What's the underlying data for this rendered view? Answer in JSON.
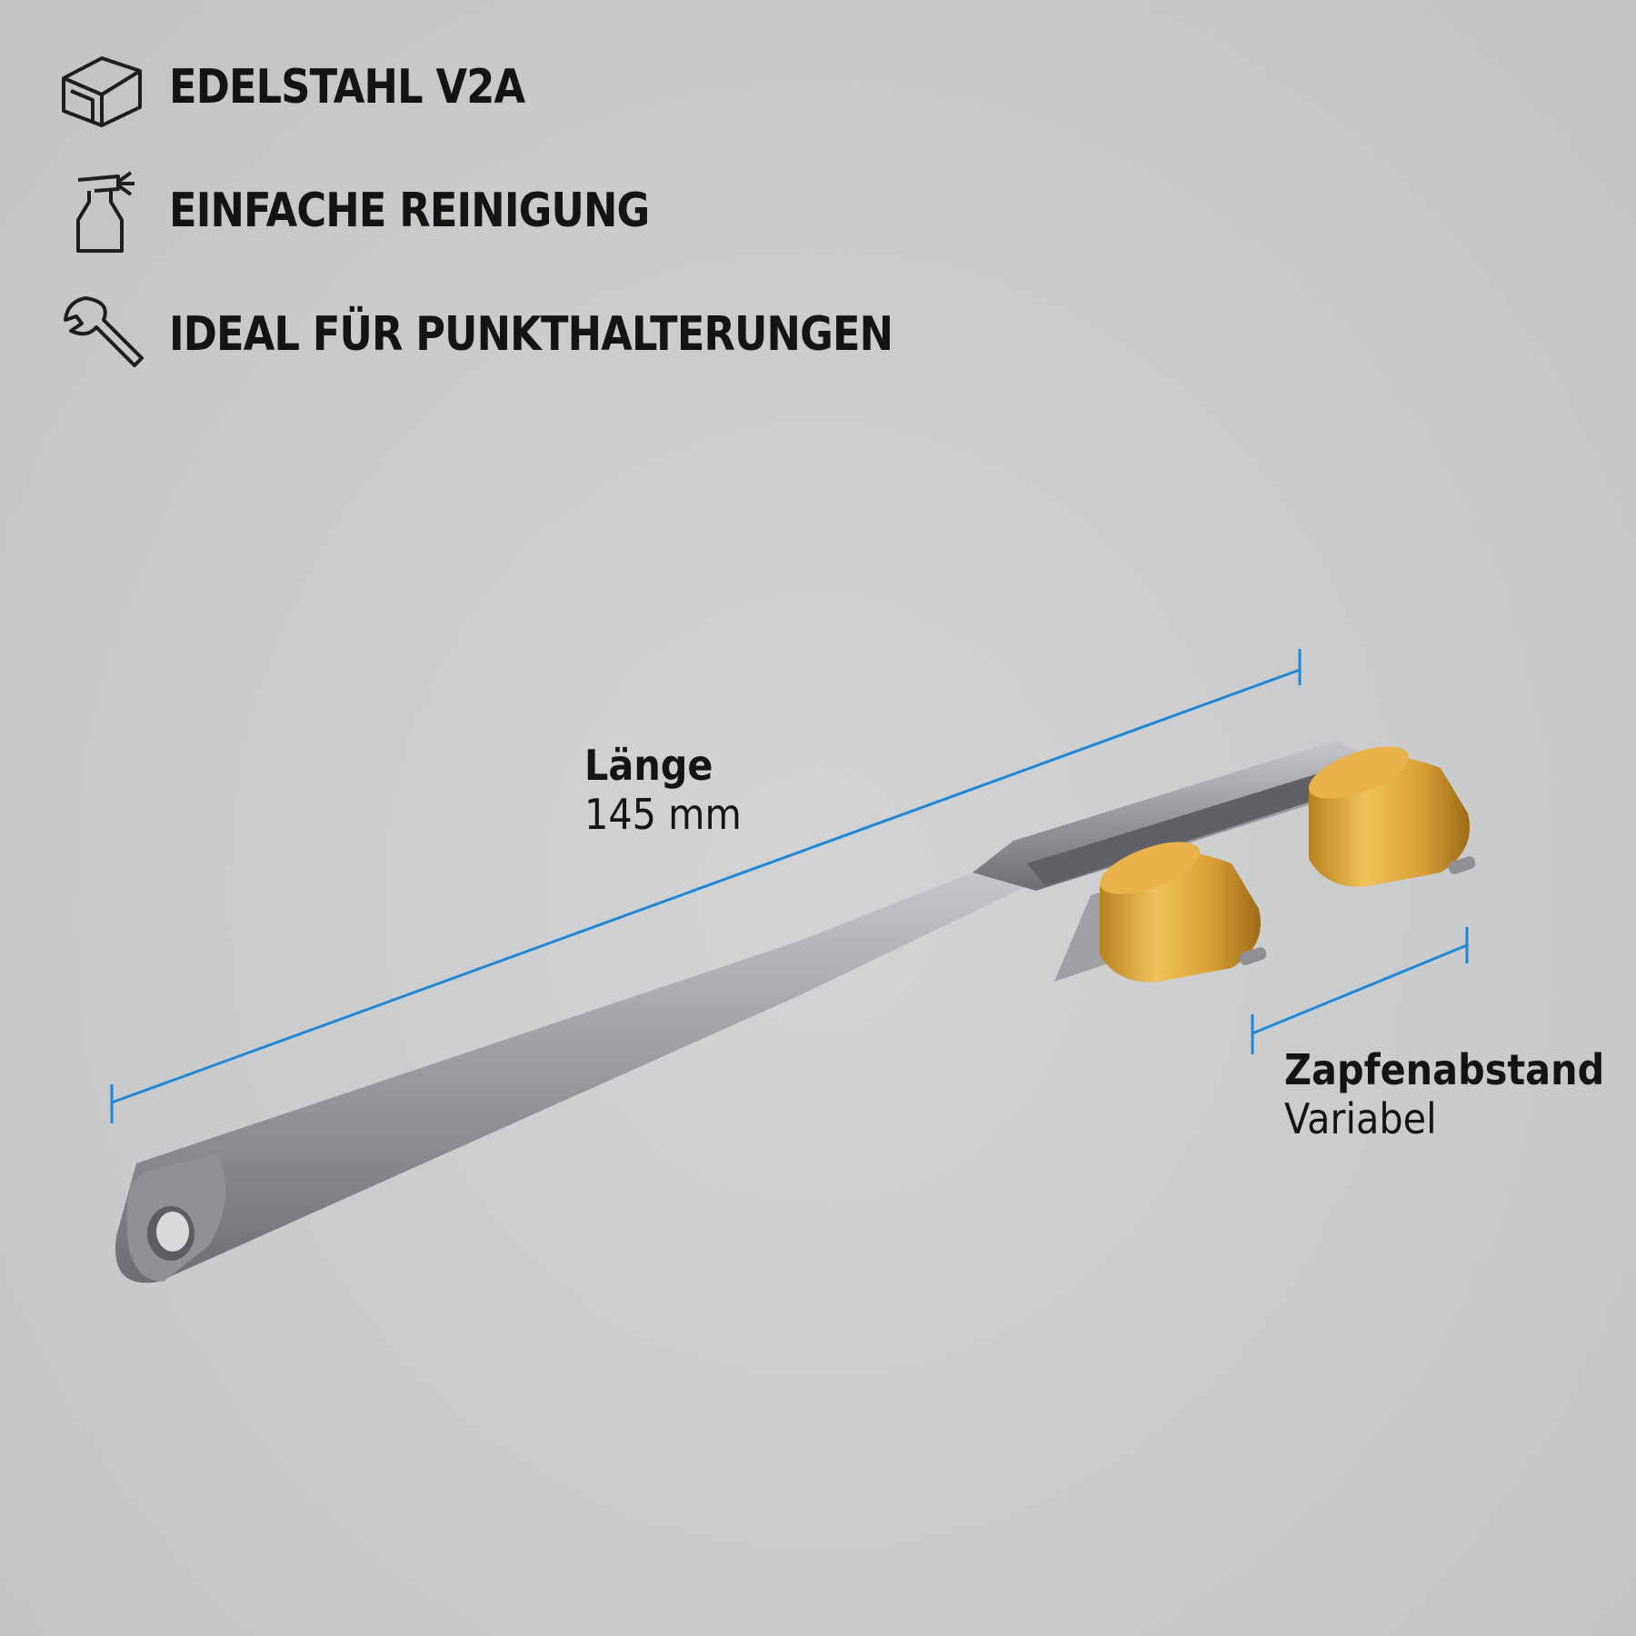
{
  "features": [
    {
      "icon": "box-material-icon",
      "text": "Edelstahl V2A"
    },
    {
      "icon": "spray-bottle-icon",
      "text": "Einfache Reinigung"
    },
    {
      "icon": "wrench-icon",
      "text": "Ideal für Punkthalterungen"
    }
  ],
  "dimensions": {
    "length": {
      "label": "Länge",
      "value": "145 mm"
    },
    "pin_distance": {
      "label": "Zapfenabstand",
      "value": "Variabel"
    }
  },
  "colors": {
    "background": "#cbcccf",
    "text": "#141416",
    "dimension_line": "#1f86d6",
    "brass": "#d9a440",
    "steel": "#9a9c9f"
  }
}
